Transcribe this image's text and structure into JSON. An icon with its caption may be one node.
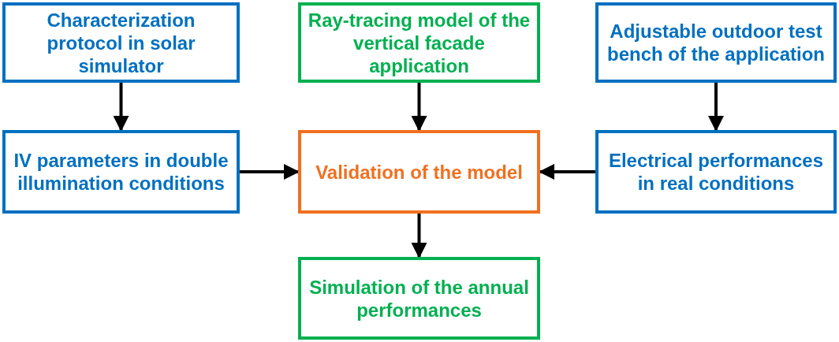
{
  "diagram": {
    "nodes": [
      {
        "text": [
          "Characterization protocol in solar simulator"
        ]
      },
      {
        "text": [
          "Ray-tracing model of the vertical facade application"
        ]
      },
      {
        "text": [
          "Adjustable outdoor test bench of the application"
        ]
      },
      {
        "text": [
          "IV parameters in double illumination conditions"
        ]
      },
      {
        "text": [
          "Validation of the model"
        ]
      },
      {
        "text": [
          "Electrical performances in real conditions"
        ]
      },
      {
        "text": [
          "Simulation of the annual performances"
        ]
      }
    ],
    "edges": [
      {
        "from": 0,
        "to": 3,
        "arrow": "to"
      },
      {
        "from": 1,
        "to": 4,
        "arrow": "to"
      },
      {
        "from": 2,
        "to": 5,
        "arrow": "to"
      },
      {
        "from": 3,
        "to": 4,
        "arrow": "to"
      },
      {
        "from": 5,
        "to": 4,
        "arrow": "to"
      },
      {
        "from": 4,
        "to": 6,
        "arrow": "to"
      }
    ]
  }
}
